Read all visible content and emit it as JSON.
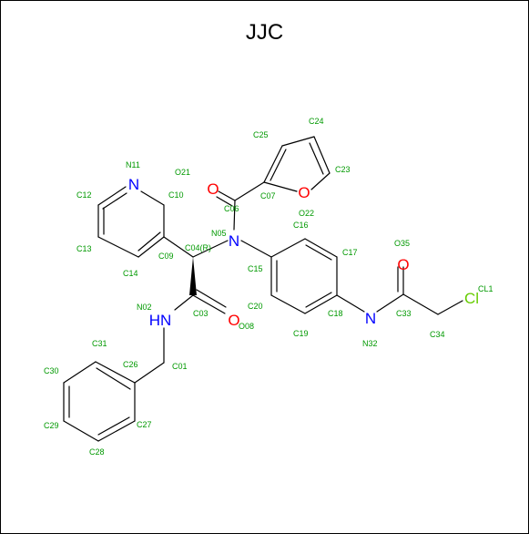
{
  "title": "JJC",
  "colors": {
    "bond": "#000000",
    "label": "#009900",
    "N": "#0000ff",
    "O": "#ff0000",
    "Cl": "#66cc00"
  },
  "atoms": [
    {
      "id": "c01",
      "label": "C01"
    },
    {
      "id": "n02",
      "label": "N02",
      "el": "HN",
      "elColor": "N"
    },
    {
      "id": "c03",
      "label": "C03"
    },
    {
      "id": "c04",
      "label": "C04(R)"
    },
    {
      "id": "n05",
      "label": "N05",
      "el": "N",
      "elColor": "N"
    },
    {
      "id": "c06",
      "label": "C06"
    },
    {
      "id": "c07",
      "label": "C07"
    },
    {
      "id": "o08",
      "label": "O08",
      "el": "O",
      "elColor": "O"
    },
    {
      "id": "c09",
      "label": "C09"
    },
    {
      "id": "c10",
      "label": "C10"
    },
    {
      "id": "n11",
      "label": "N11",
      "el": "N",
      "elColor": "N"
    },
    {
      "id": "c12",
      "label": "C12"
    },
    {
      "id": "c13",
      "label": "C13"
    },
    {
      "id": "c14",
      "label": "C14"
    },
    {
      "id": "c15",
      "label": "C15"
    },
    {
      "id": "c16",
      "label": "C16"
    },
    {
      "id": "c17",
      "label": "C17"
    },
    {
      "id": "c18",
      "label": "C18"
    },
    {
      "id": "c19",
      "label": "C19"
    },
    {
      "id": "c20",
      "label": "C20"
    },
    {
      "id": "o21",
      "label": "O21",
      "el": "O",
      "elColor": "O"
    },
    {
      "id": "o22",
      "label": "O22",
      "el": "O",
      "elColor": "O"
    },
    {
      "id": "c23",
      "label": "C23"
    },
    {
      "id": "c24",
      "label": "C24"
    },
    {
      "id": "c25",
      "label": "C25"
    },
    {
      "id": "c26",
      "label": "C26"
    },
    {
      "id": "c27",
      "label": "C27"
    },
    {
      "id": "c28",
      "label": "C28"
    },
    {
      "id": "c29",
      "label": "C29"
    },
    {
      "id": "c30",
      "label": "C30"
    },
    {
      "id": "c31",
      "label": "C31"
    },
    {
      "id": "n32",
      "label": "N32",
      "el": "N",
      "elColor": "N"
    },
    {
      "id": "c33",
      "label": "C33"
    },
    {
      "id": "c34",
      "label": "C34"
    },
    {
      "id": "o35",
      "label": "O35",
      "el": "O",
      "elColor": "O"
    },
    {
      "id": "cl1",
      "label": "CL1",
      "el": "Cl",
      "elColor": "Cl"
    }
  ]
}
